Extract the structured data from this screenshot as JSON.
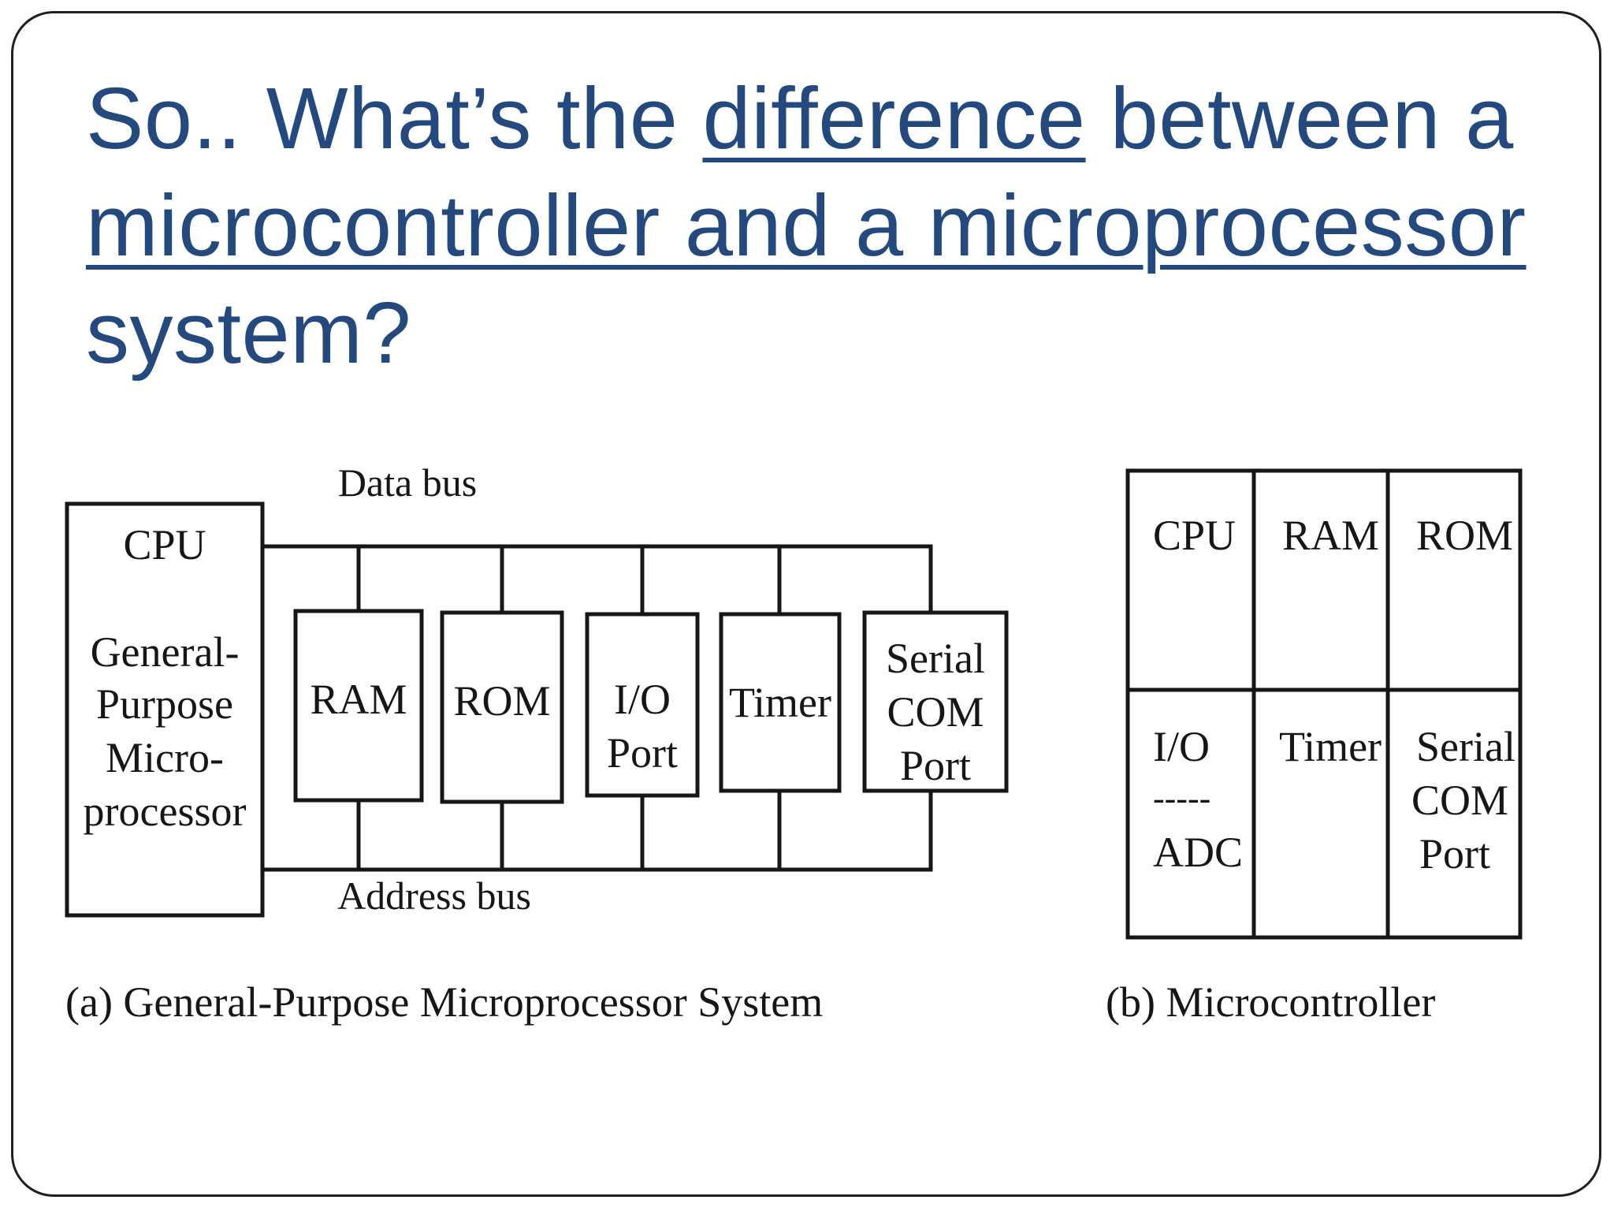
{
  "title": {
    "part1": "So.. What’s the ",
    "part2": "difference",
    "part3": " between a ",
    "part4": "microcontroller and a microprocessor ",
    "part5": "system?"
  },
  "microprocessor_system": {
    "data_bus_label": "Data bus",
    "address_bus_label": "Address bus",
    "cpu": {
      "label": "CPU",
      "line1": "General-",
      "line2": "Purpose",
      "line3": "Micro-",
      "line4": "processor"
    },
    "ram": "RAM",
    "rom": "ROM",
    "io": {
      "line1": "I/O",
      "line2": "Port"
    },
    "timer": "Timer",
    "serial": {
      "line1": "Serial",
      "line2": "COM",
      "line3": "Port"
    },
    "caption": "(a) General-Purpose Microprocessor System"
  },
  "microcontroller": {
    "cpu": "CPU",
    "ram": "RAM",
    "rom": "ROM",
    "io": {
      "line1": "I/O",
      "line2": "-----",
      "line3": "ADC"
    },
    "timer": "Timer",
    "serial": {
      "line1": "Serial",
      "line2": "COM",
      "line3": "Port"
    },
    "caption": "(b) Microcontroller"
  },
  "colors": {
    "title": "#23497f",
    "line": "#161616"
  }
}
